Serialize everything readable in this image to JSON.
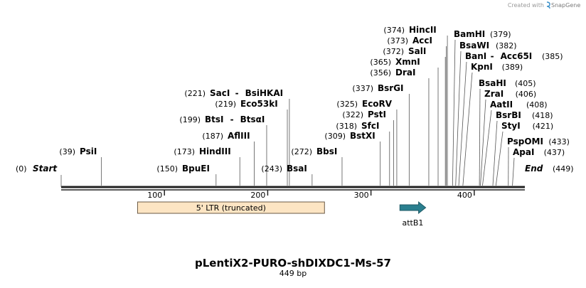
{
  "title": "pLentiX2-PURO-shDIXDC1-Ms-57",
  "length_label": "449 bp",
  "credit_prefix": "Created with",
  "credit_brand": "SnapGene",
  "sequence_length": 449,
  "colors": {
    "ltr_fill": "#fde5c3",
    "ltr_stroke": "#6b5a45",
    "att_fill": "#2a7f8f",
    "att_stroke": "#1e5a65",
    "backbone": "#222222",
    "leader": "#555555",
    "logo": "#3a8fc8"
  },
  "icons": {
    "logo": "snapgene-logo-icon"
  },
  "scale_ticks": [
    {
      "value": 100,
      "label": "100"
    },
    {
      "value": 200,
      "label": "200"
    },
    {
      "value": 300,
      "label": "300"
    },
    {
      "value": 400,
      "label": "400"
    }
  ],
  "ends": {
    "start": {
      "pos": 0,
      "pos_label": "(0)",
      "name": "Start"
    },
    "end": {
      "pos": 449,
      "pos_label": "(449)",
      "name": "End"
    }
  },
  "features": [
    {
      "name": "5' LTR (truncated)",
      "start": 74,
      "end": 255,
      "type": "box"
    },
    {
      "name": "attB1",
      "start": 328,
      "end": 353,
      "type": "arrow"
    }
  ],
  "sites": [
    {
      "pos": 39,
      "pos_label": "(39)",
      "names": [
        "PsiI"
      ]
    },
    {
      "pos": 150,
      "pos_label": "(150)",
      "names": [
        "BpuEI"
      ]
    },
    {
      "pos": 173,
      "pos_label": "(173)",
      "names": [
        "HindIII"
      ]
    },
    {
      "pos": 187,
      "pos_label": "(187)",
      "names": [
        "AflIII"
      ]
    },
    {
      "pos": 199,
      "pos_label": "(199)",
      "names": [
        "BtsI",
        "BtsαI"
      ]
    },
    {
      "pos": 219,
      "pos_label": "(219)",
      "names": [
        "Eco53kI"
      ]
    },
    {
      "pos": 221,
      "pos_label": "(221)",
      "names": [
        "SacI",
        "BsiHKAI"
      ]
    },
    {
      "pos": 243,
      "pos_label": "(243)",
      "names": [
        "BsaI"
      ]
    },
    {
      "pos": 272,
      "pos_label": "(272)",
      "names": [
        "BbsI"
      ]
    },
    {
      "pos": 309,
      "pos_label": "(309)",
      "names": [
        "BstXI"
      ]
    },
    {
      "pos": 318,
      "pos_label": "(318)",
      "names": [
        "SfcI"
      ]
    },
    {
      "pos": 322,
      "pos_label": "(322)",
      "names": [
        "PstI"
      ]
    },
    {
      "pos": 325,
      "pos_label": "(325)",
      "names": [
        "EcoRV"
      ]
    },
    {
      "pos": 337,
      "pos_label": "(337)",
      "names": [
        "BsrGI"
      ]
    },
    {
      "pos": 356,
      "pos_label": "(356)",
      "names": [
        "DraI"
      ]
    },
    {
      "pos": 365,
      "pos_label": "(365)",
      "names": [
        "XmnI"
      ]
    },
    {
      "pos": 372,
      "pos_label": "(372)",
      "names": [
        "SalI"
      ]
    },
    {
      "pos": 373,
      "pos_label": "(373)",
      "names": [
        "AccI"
      ]
    },
    {
      "pos": 374,
      "pos_label": "(374)",
      "names": [
        "HincII"
      ]
    },
    {
      "pos": 379,
      "pos_label": "(379)",
      "names": [
        "BamHI"
      ]
    },
    {
      "pos": 382,
      "pos_label": "(382)",
      "names": [
        "BsaWI"
      ]
    },
    {
      "pos": 385,
      "pos_label": "(385)",
      "names": [
        "BanI",
        "Acc65I"
      ]
    },
    {
      "pos": 389,
      "pos_label": "(389)",
      "names": [
        "KpnI"
      ]
    },
    {
      "pos": 405,
      "pos_label": "(405)",
      "names": [
        "BsaHI"
      ]
    },
    {
      "pos": 406,
      "pos_label": "(406)",
      "names": [
        "ZraI"
      ]
    },
    {
      "pos": 408,
      "pos_label": "(408)",
      "names": [
        "AatII"
      ]
    },
    {
      "pos": 418,
      "pos_label": "(418)",
      "names": [
        "BsrBI"
      ]
    },
    {
      "pos": 421,
      "pos_label": "(421)",
      "names": [
        "StyI"
      ]
    },
    {
      "pos": 433,
      "pos_label": "(433)",
      "names": [
        "PspOMI"
      ]
    },
    {
      "pos": 437,
      "pos_label": "(437)",
      "names": [
        "ApaI"
      ]
    }
  ]
}
